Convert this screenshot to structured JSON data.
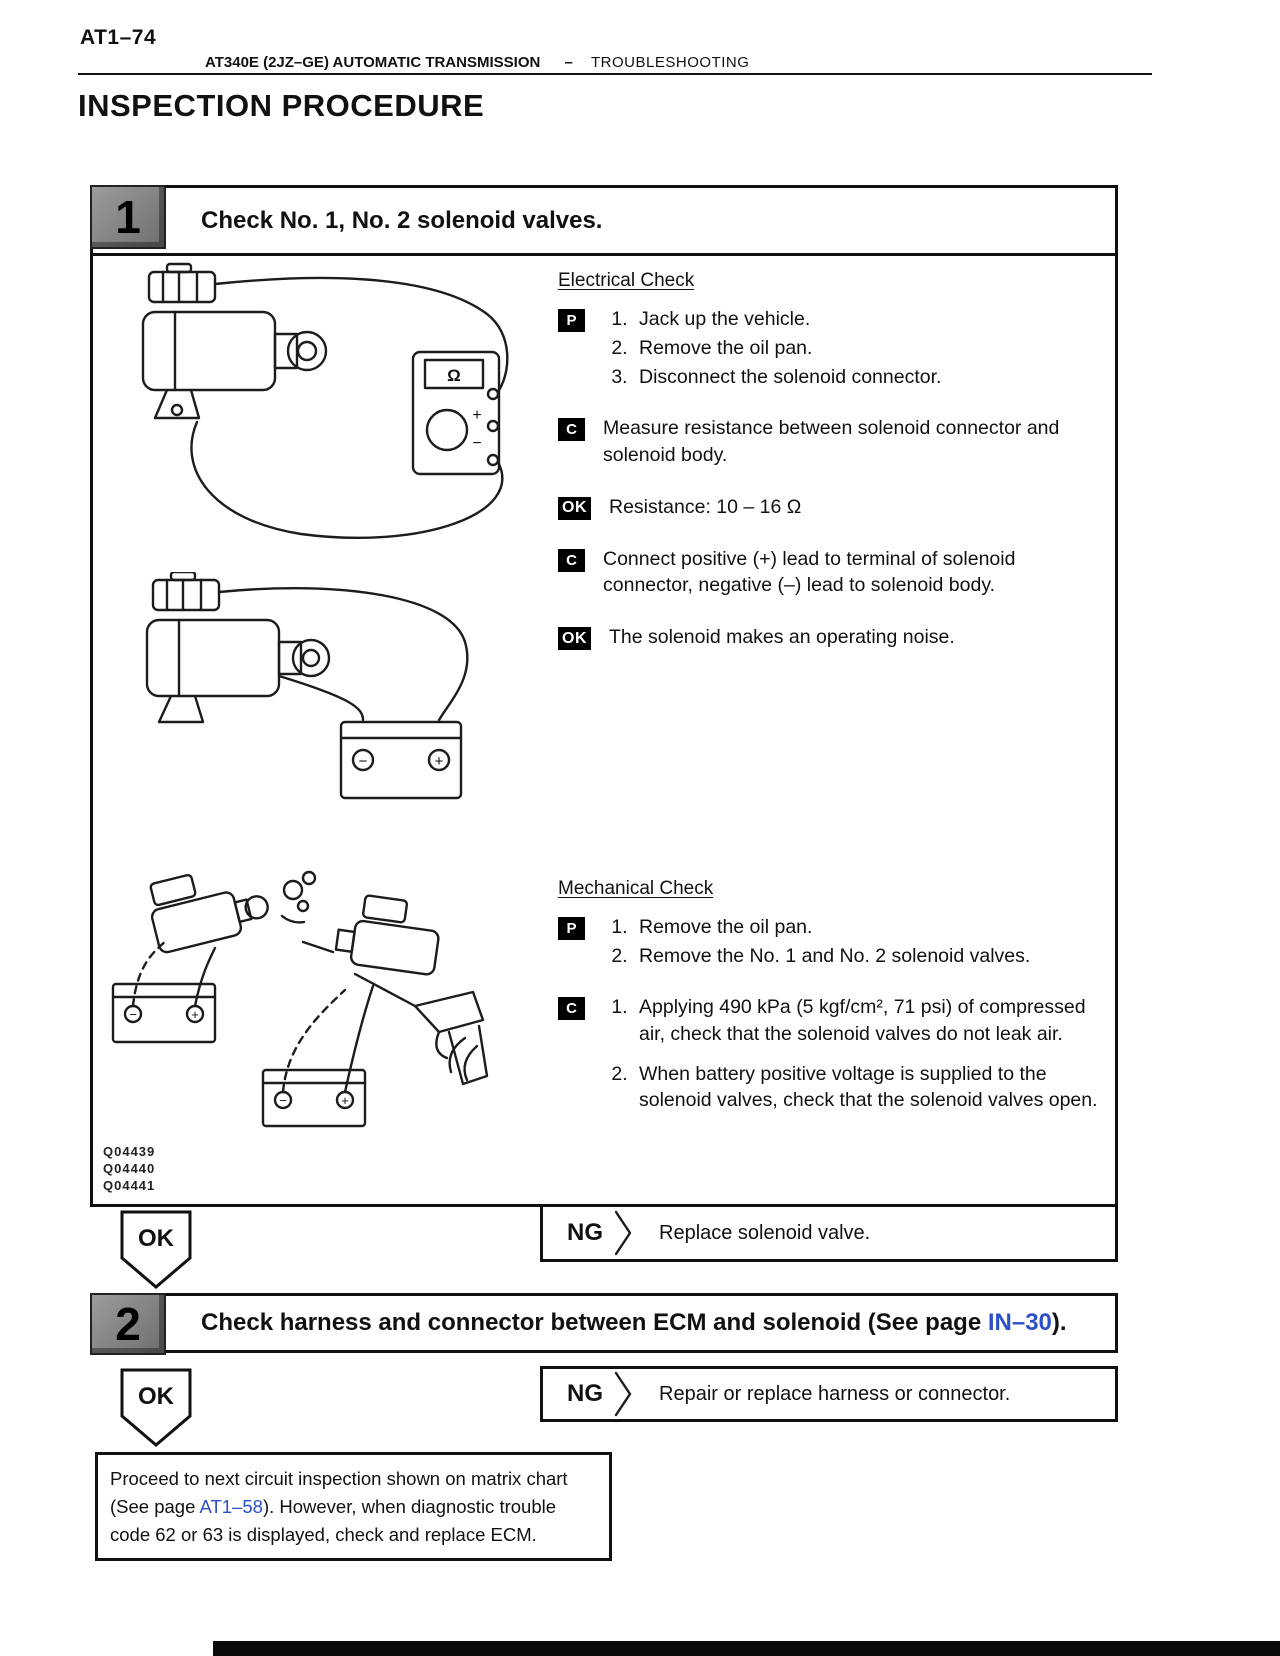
{
  "colors": {
    "link": "#2d4fc8",
    "badge_bg": "#000000",
    "tile_bg": "#7e7e7e"
  },
  "page": {
    "page_number": "AT1–74",
    "running_title": "AT340E (2JZ–GE) AUTOMATIC TRANSMISSION",
    "running_dash": "–",
    "running_section": "TROUBLESHOOTING",
    "title": "INSPECTION PROCEDURE"
  },
  "badges": {
    "prepare": "P",
    "check": "C",
    "ok": "OK"
  },
  "step1": {
    "number": "1",
    "title": "Check No. 1, No. 2 solenoid valves.",
    "electrical_heading": "Electrical Check",
    "electrical_prep": [
      "Jack up the vehicle.",
      "Remove the oil pan.",
      "Disconnect the solenoid connector."
    ],
    "electrical_check1": "Measure resistance between solenoid connector and solenoid body.",
    "electrical_ok1": "Resistance: 10 – 16 Ω",
    "electrical_check2": "Connect positive (+) lead to terminal of solenoid connector, negative (–) lead to solenoid body.",
    "electrical_ok2": "The solenoid makes an operating noise.",
    "mechanical_heading": "Mechanical Check",
    "mechanical_prep": [
      "Remove the oil pan.",
      "Remove the No. 1 and No. 2 solenoid valves."
    ],
    "mechanical_checks": [
      "Applying 490 kPa (5 kgf/cm², 71 psi) of compressed air, check that the solenoid valves do not leak air.",
      "When battery positive voltage is supplied to the solenoid valves, check that the solenoid valves open."
    ],
    "figure_codes": [
      "Q04439",
      "Q04440",
      "Q04441"
    ],
    "ok_label": "OK",
    "ng_label": "NG",
    "ng_action": "Replace solenoid valve."
  },
  "step2": {
    "number": "2",
    "title_before": "Check harness and connector between ECM and solenoid (See page ",
    "title_link": "IN–30",
    "title_after": ").",
    "ok_label": "OK",
    "ng_label": "NG",
    "ng_action": "Repair or replace harness or connector."
  },
  "footer_note": {
    "text_before": "Proceed to next circuit inspection shown on matrix chart (See page ",
    "link": "AT1–58",
    "text_after": ").  However, when diagnostic trouble code 62 or 63 is displayed, check and replace ECM."
  },
  "illustrations": {
    "meter_symbol": "Ω",
    "plus": "+",
    "minus": "−"
  }
}
